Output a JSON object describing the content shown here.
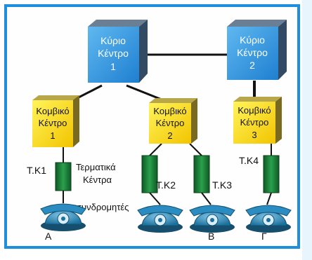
{
  "main_centers": [
    {
      "line1": "Κύριο",
      "line2": "Κέντρο",
      "num": "1"
    },
    {
      "line1": "Κύριο",
      "line2": "Κέντρο",
      "num": "2"
    }
  ],
  "node_centers": [
    {
      "line1": "Κομβικό",
      "line2": "Κέντρο",
      "num": "1"
    },
    {
      "line1": "Κομβικό",
      "line2": "Κέντρο",
      "num": "2"
    },
    {
      "line1": "Κομβικό",
      "line2": "Κέντρο",
      "num": "3"
    }
  ],
  "terminal_labels": [
    "Τ.Κ1",
    "Τ.Κ2",
    "Τ.Κ3",
    "Τ.Κ4"
  ],
  "terminal_caption": {
    "line1": "Τερματικά",
    "line2": "Κέντρα"
  },
  "subscriber_caption": "συνδρομητές",
  "phone_labels": [
    "Α",
    "Β",
    "Γ"
  ],
  "colors": {
    "frame": "#1d8fdc",
    "main_center": "#2c8fd9",
    "node_center": "#ffe600",
    "terminal": "#1f8a3a",
    "phone": "#1f7fb0",
    "link": "#111111"
  }
}
